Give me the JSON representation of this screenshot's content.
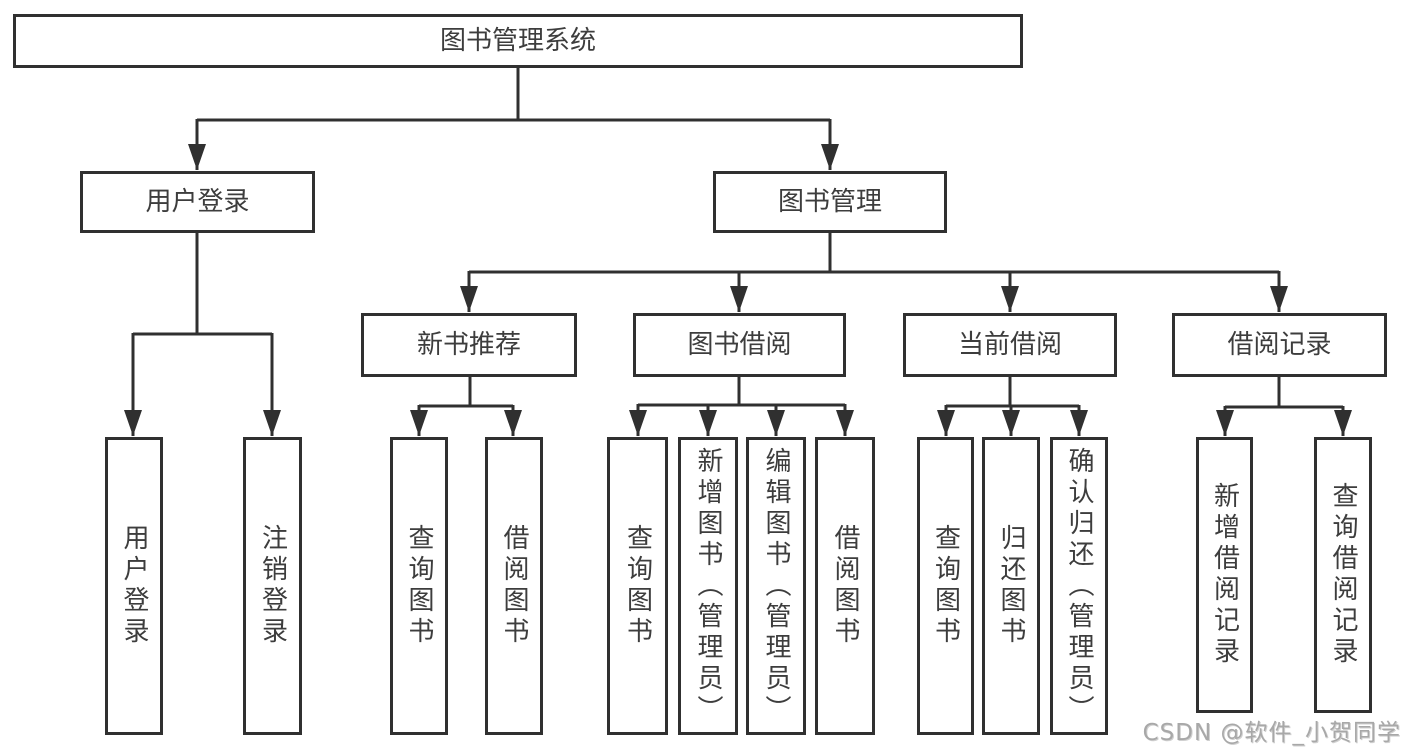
{
  "tree": {
    "label": "图书管理系统",
    "children": [
      {
        "label": "用户登录",
        "children": [
          {
            "label": "用户登录"
          },
          {
            "label": "注销登录"
          }
        ]
      },
      {
        "label": "图书管理",
        "children": [
          {
            "label": "新书推荐",
            "children": [
              {
                "label": "查询图书"
              },
              {
                "label": "借阅图书"
              }
            ]
          },
          {
            "label": "图书借阅",
            "children": [
              {
                "label": "查询图书"
              },
              {
                "label": "新增图书（管理员）"
              },
              {
                "label": "编辑图书（管理员）"
              },
              {
                "label": "借阅图书"
              }
            ]
          },
          {
            "label": "当前借阅",
            "children": [
              {
                "label": "查询图书"
              },
              {
                "label": "归还图书"
              },
              {
                "label": "确认归还（管理员）"
              }
            ]
          },
          {
            "label": "借阅记录",
            "children": [
              {
                "label": "新增借阅记录"
              },
              {
                "label": "查询借阅记录"
              }
            ]
          }
        ]
      }
    ]
  },
  "watermark": {
    "text": "CSDN @软件_小贺同学"
  },
  "colors": {
    "line": "#303030",
    "text": "#3d3d3d",
    "background": "#ffffff",
    "watermark": "#a8a8a8"
  }
}
